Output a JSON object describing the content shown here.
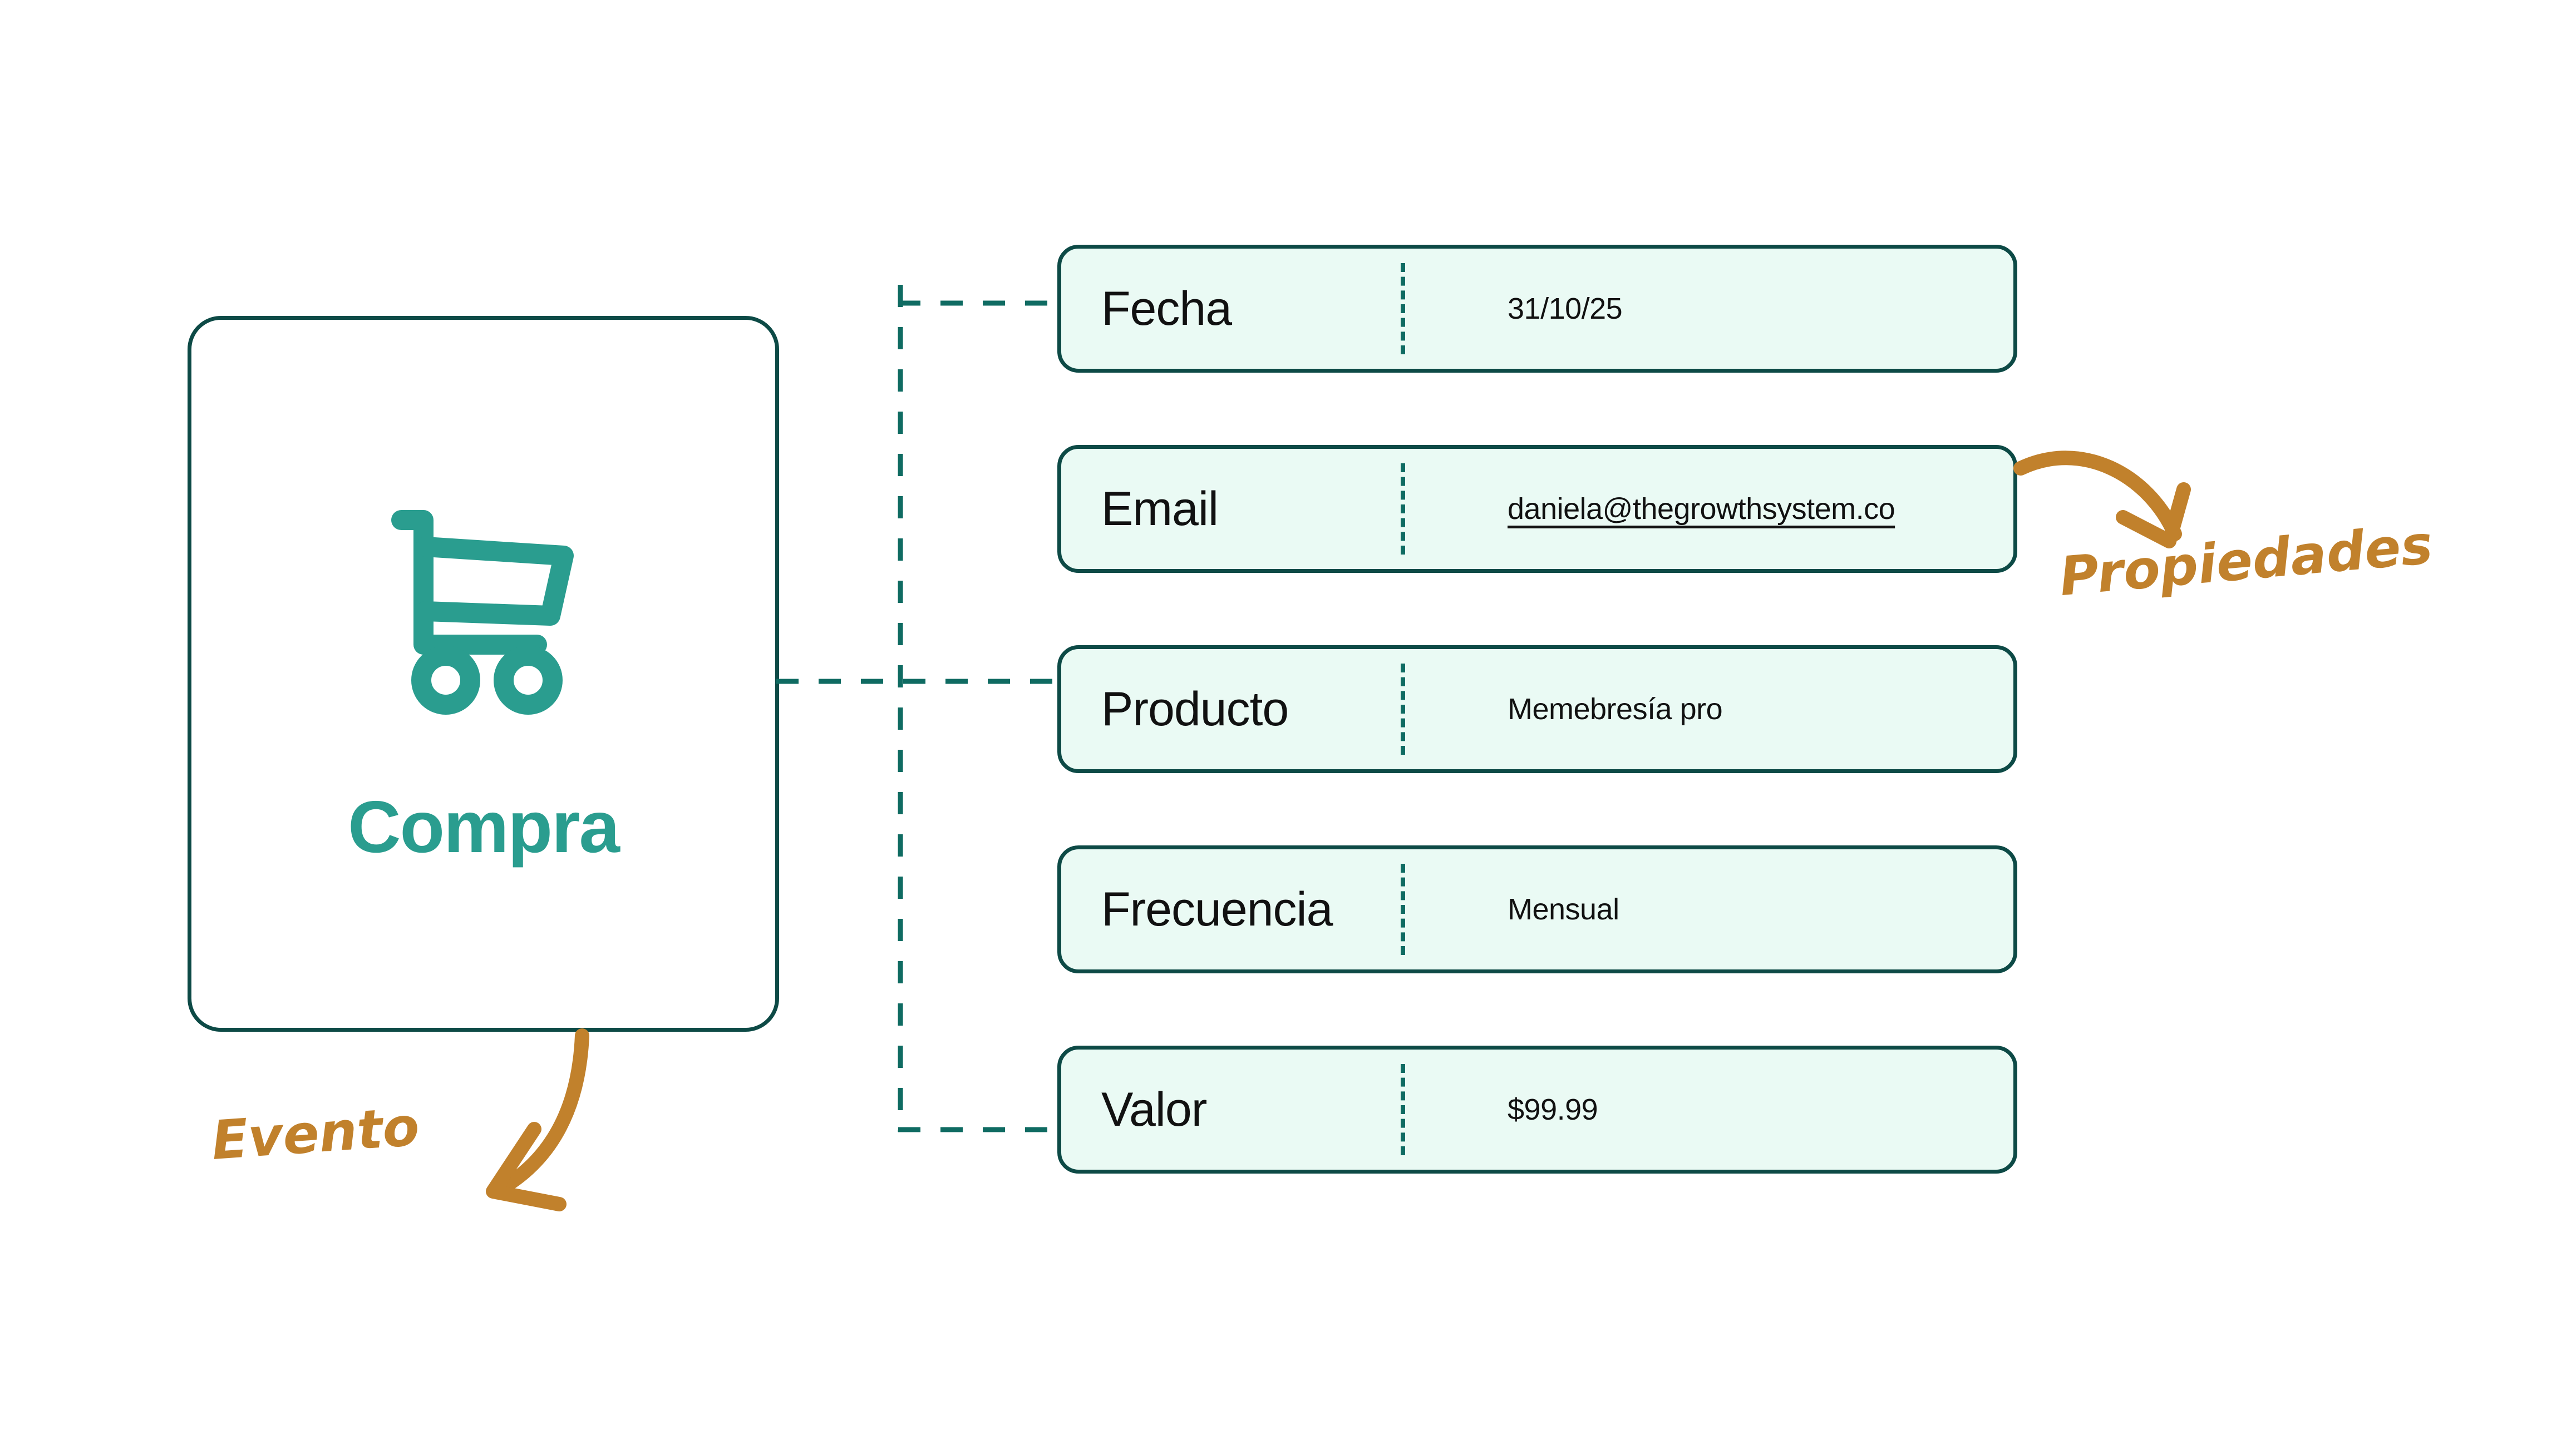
{
  "diagram": {
    "title_hidden": "",
    "colors": {
      "card_border": "#0d4a46",
      "row_border": "#0d4a46",
      "row_fill": "#eafaf4",
      "accent_teal": "#2a9d8f",
      "divider_teal": "#0f6b62",
      "annotation_ochre": "#c1812c",
      "background": "#ffffff"
    }
  },
  "event_card": {
    "icon": "shopping-cart-icon",
    "label": "Compra"
  },
  "properties": {
    "rows": [
      {
        "key": "Fecha",
        "value": "31/10/25",
        "underlined": false
      },
      {
        "key": "Email",
        "value": "daniela@thegrowthsystem.co",
        "underlined": true
      },
      {
        "key": "Producto",
        "value": "Memebresía pro",
        "underlined": false
      },
      {
        "key": "Frecuencia",
        "value": "Mensual",
        "underlined": false
      },
      {
        "key": "Valor",
        "value": "$99.99",
        "underlined": false
      }
    ]
  },
  "annotations": {
    "evento": "Evento",
    "propiedades": "Propiedades"
  }
}
